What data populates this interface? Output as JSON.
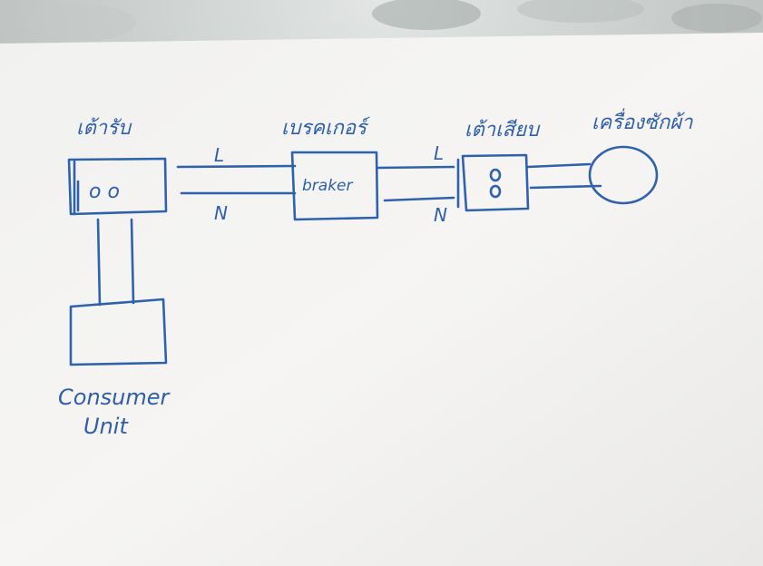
{
  "diagram": {
    "labels": {
      "socket_thai": "เต้ารับ",
      "breaker_thai": "เบรคเกอร์",
      "switch_thai": "เต้าเสียบ",
      "dryer_thai": "เครื่องซักผ้า",
      "breaker_box": "braker",
      "live_1": "L",
      "neutral_1": "N",
      "live_2": "L",
      "neutral_2": "N",
      "consumer_line1": "Consumer",
      "consumer_line2": "Unit",
      "socket_holes": "o o"
    },
    "ink_color": "#2f62ad"
  }
}
